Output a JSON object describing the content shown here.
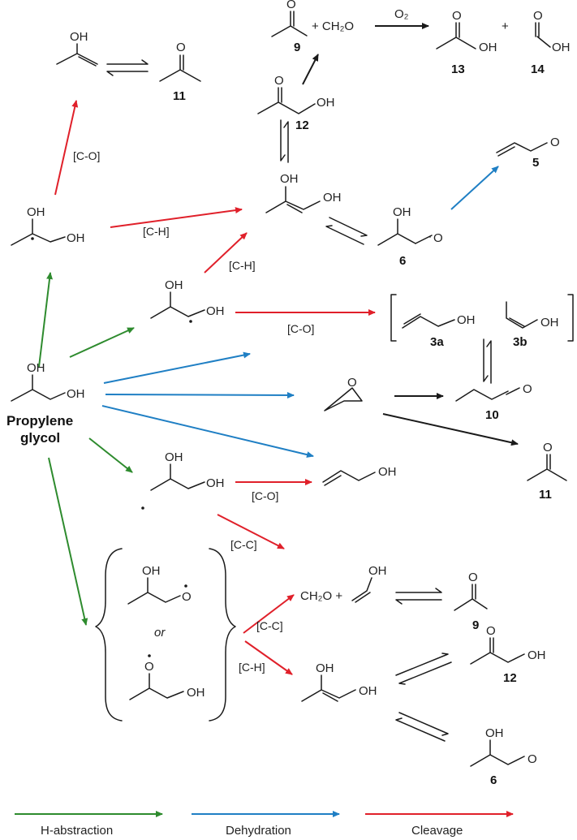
{
  "colors": {
    "h_abstraction": "#2e8b2e",
    "dehydration": "#1f7fc4",
    "cleavage": "#e0202a",
    "equilibrium": "#1a1a1a"
  },
  "start": {
    "label_line1": "Propylene",
    "label_line2": "glycol"
  },
  "groups": {
    "oh": "OH",
    "o": "O",
    "ch2o": "+ CH₂O",
    "ch2o_b": "CH₂O +"
  },
  "compounds": {
    "c3a": "3a",
    "c3b": "3b",
    "c5": "5",
    "c6": "6",
    "c9": "9",
    "c10": "10",
    "c11": "11",
    "c12": "12",
    "c13": "13",
    "c14": "14"
  },
  "text": {
    "or": "or",
    "plus": "+",
    "o2": "O₂"
  },
  "tags": {
    "co": "[C-O]",
    "ch": "[C-H]",
    "cc": "[C-C]"
  },
  "legend": {
    "h_abstraction": "H-abstraction",
    "dehydration": "Dehydration",
    "cleavage": "Cleavage"
  }
}
